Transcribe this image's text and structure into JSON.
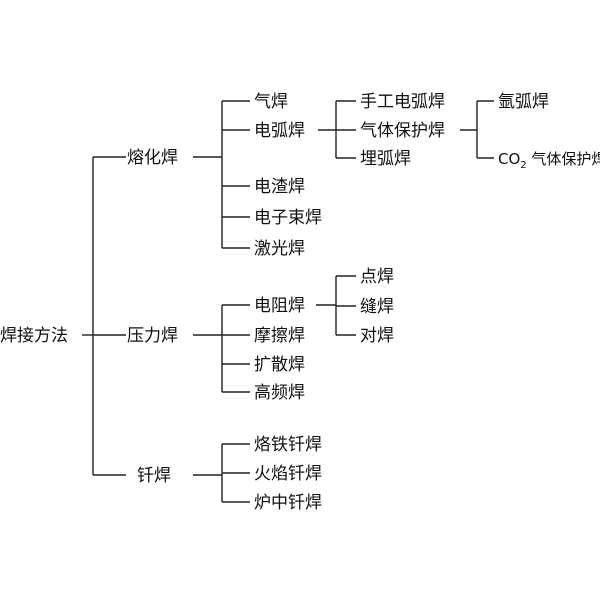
{
  "diagram": {
    "root": "焊接方法",
    "categories": {
      "fusion": {
        "label": "熔化焊",
        "items": {
          "gas": "气焊",
          "arc": "电弧焊",
          "electroslag": "电渣焊",
          "ebeam": "电子束焊",
          "laser": "激光焊"
        },
        "arc_types": {
          "manual": "手工电弧焊",
          "shielded": "气体保护焊",
          "submerged": "埋弧焊"
        },
        "shielded_types": {
          "argon": "氩弧焊",
          "co2_prefix": "CO",
          "co2_sub": "2",
          "co2_suffix": " 气体保护焊"
        }
      },
      "pressure": {
        "label": "压力焊",
        "items": {
          "resistance": "电阻焊",
          "friction": "摩擦焊",
          "diffusion": "扩散焊",
          "hf": "高频焊"
        },
        "resistance_types": {
          "spot": "点焊",
          "seam": "缝焊",
          "butt": "对焊"
        }
      },
      "brazing": {
        "label": "钎焊",
        "items": {
          "iron": "烙铁钎焊",
          "flame": "火焰钎焊",
          "furnace": "炉中钎焊"
        }
      }
    }
  }
}
